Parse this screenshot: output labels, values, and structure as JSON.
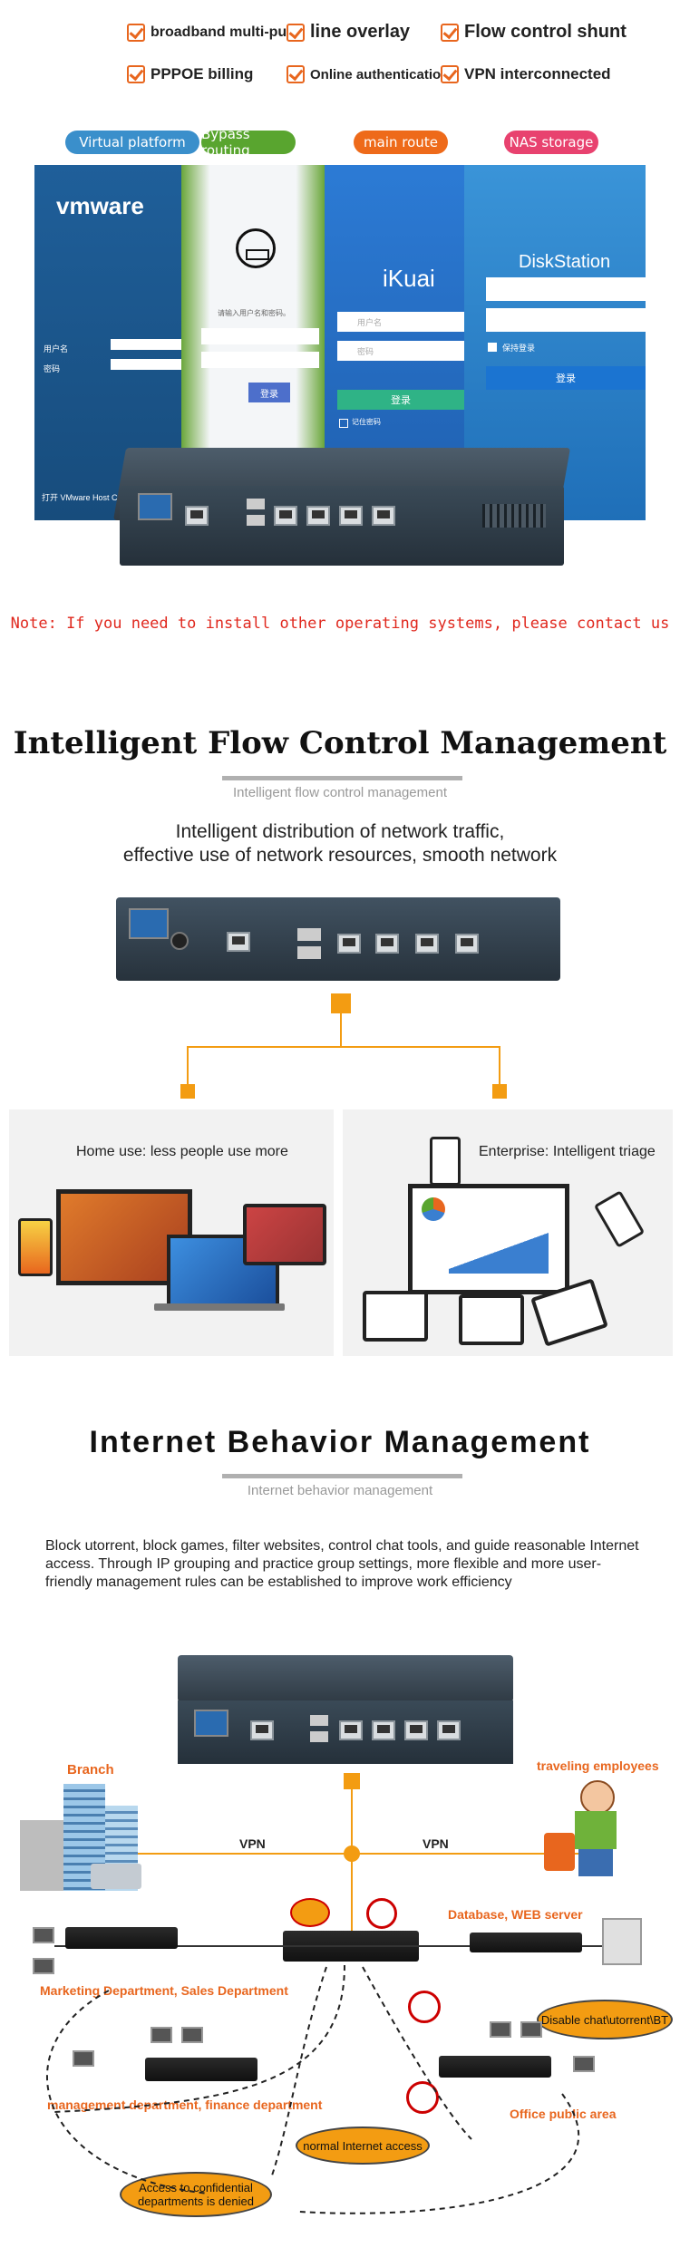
{
  "features": [
    {
      "label": "broadband multi-pull"
    },
    {
      "label": "line overlay"
    },
    {
      "label": "Flow control shunt"
    },
    {
      "label": "PPPOE billing"
    },
    {
      "label": "Online authentication"
    },
    {
      "label": "VPN interconnected"
    }
  ],
  "modes": [
    "Virtual platform",
    "Bypass routing",
    "main route",
    "NAS storage"
  ],
  "colors": {
    "accent": "#e8661e",
    "orange": "#f39c12",
    "pill_blue": "#3a8fcb",
    "pill_green": "#59a52f",
    "pill_orange": "#ee6a1a",
    "pill_pink": "#e8426f"
  },
  "screens": {
    "vmware": {
      "logo": "vmware",
      "user": "用户名",
      "pass": "密码",
      "footer": "打开 VMware Host Client"
    },
    "bypass": {
      "prompt": "请输入用户名和密码。",
      "login": "登录"
    },
    "ikuai": {
      "logo": "iKuai",
      "user": "用户名",
      "pass": "密码",
      "login": "登录",
      "remember": "记住密码"
    },
    "nas": {
      "title": "DiskStation",
      "remember": "保持登录",
      "login": "登录"
    }
  },
  "note": "Note: If you need to install other operating systems, please contact us",
  "flow": {
    "title": "Intelligent Flow Control Management",
    "subtitle": "Intelligent flow control management",
    "desc1": "Intelligent distribution of network traffic,",
    "desc2": "effective use of network resources, smooth network",
    "home": "Home use: less people use more",
    "enterprise": "Enterprise: Intelligent triage"
  },
  "behavior": {
    "title": "Internet Behavior Management",
    "subtitle": "Internet behavior management",
    "desc": "Block utorrent, block games, filter websites, control chat tools, and guide reasonable Internet access. Through IP grouping and practice group settings, more flexible and more user-friendly management rules can be established to improve work efficiency",
    "branch": "Branch",
    "traveling": "traveling employees",
    "vpn": "VPN",
    "database": "Database, WEB server",
    "marketing": "Marketing Department, Sales Department",
    "disable": "Disable chat\\utorrent\\BT",
    "management": "management department, finance department",
    "office": "Office public area",
    "normal": "normal Internet access",
    "confidential": "Access to confidential departments is denied"
  }
}
